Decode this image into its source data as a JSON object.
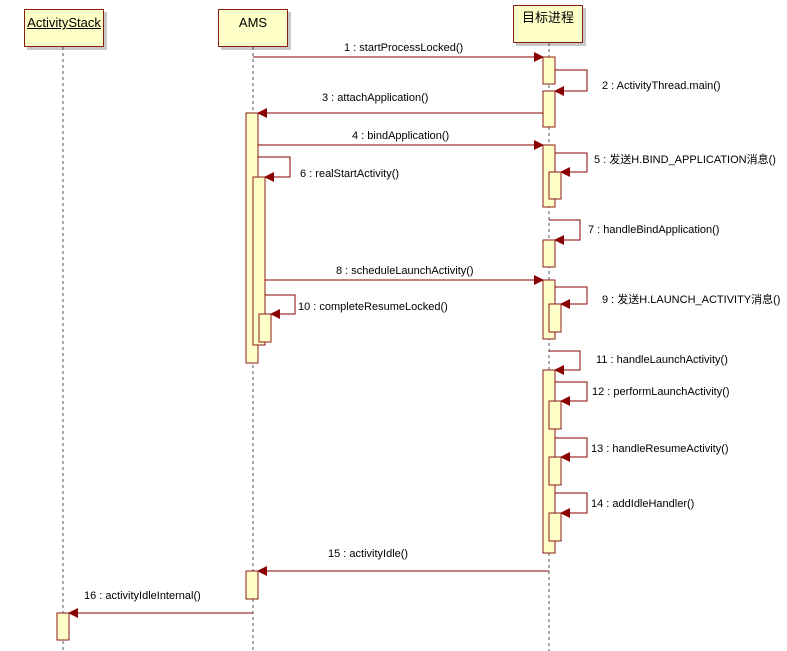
{
  "participants": {
    "activity_stack": "ActivityStack",
    "ams": "AMS",
    "target_process": "目标进程"
  },
  "messages": [
    "1 : startProcessLocked()",
    "2 : ActivityThread.main()",
    "3 : attachApplication()",
    "4 : bindApplication()",
    "5 : 发送H.BIND_APPLICATION消息()",
    "6 : realStartActivity()",
    "7 : handleBindApplication()",
    "8 : scheduleLaunchActivity()",
    "9 : 发送H.LAUNCH_ACTIVITY消息()",
    "10 : completeResumeLocked()",
    "11 : handleLaunchActivity()",
    "12 : performLaunchActivity()",
    "13 : handleResumeActivity()",
    "14 : addIdleHandler()",
    "15 : activityIdle()",
    "16 : activityIdleInternal()"
  ],
  "colors": {
    "activation_fill": "#ffffc8",
    "border": "#8b1a1a",
    "arrow": "#8b0000"
  }
}
